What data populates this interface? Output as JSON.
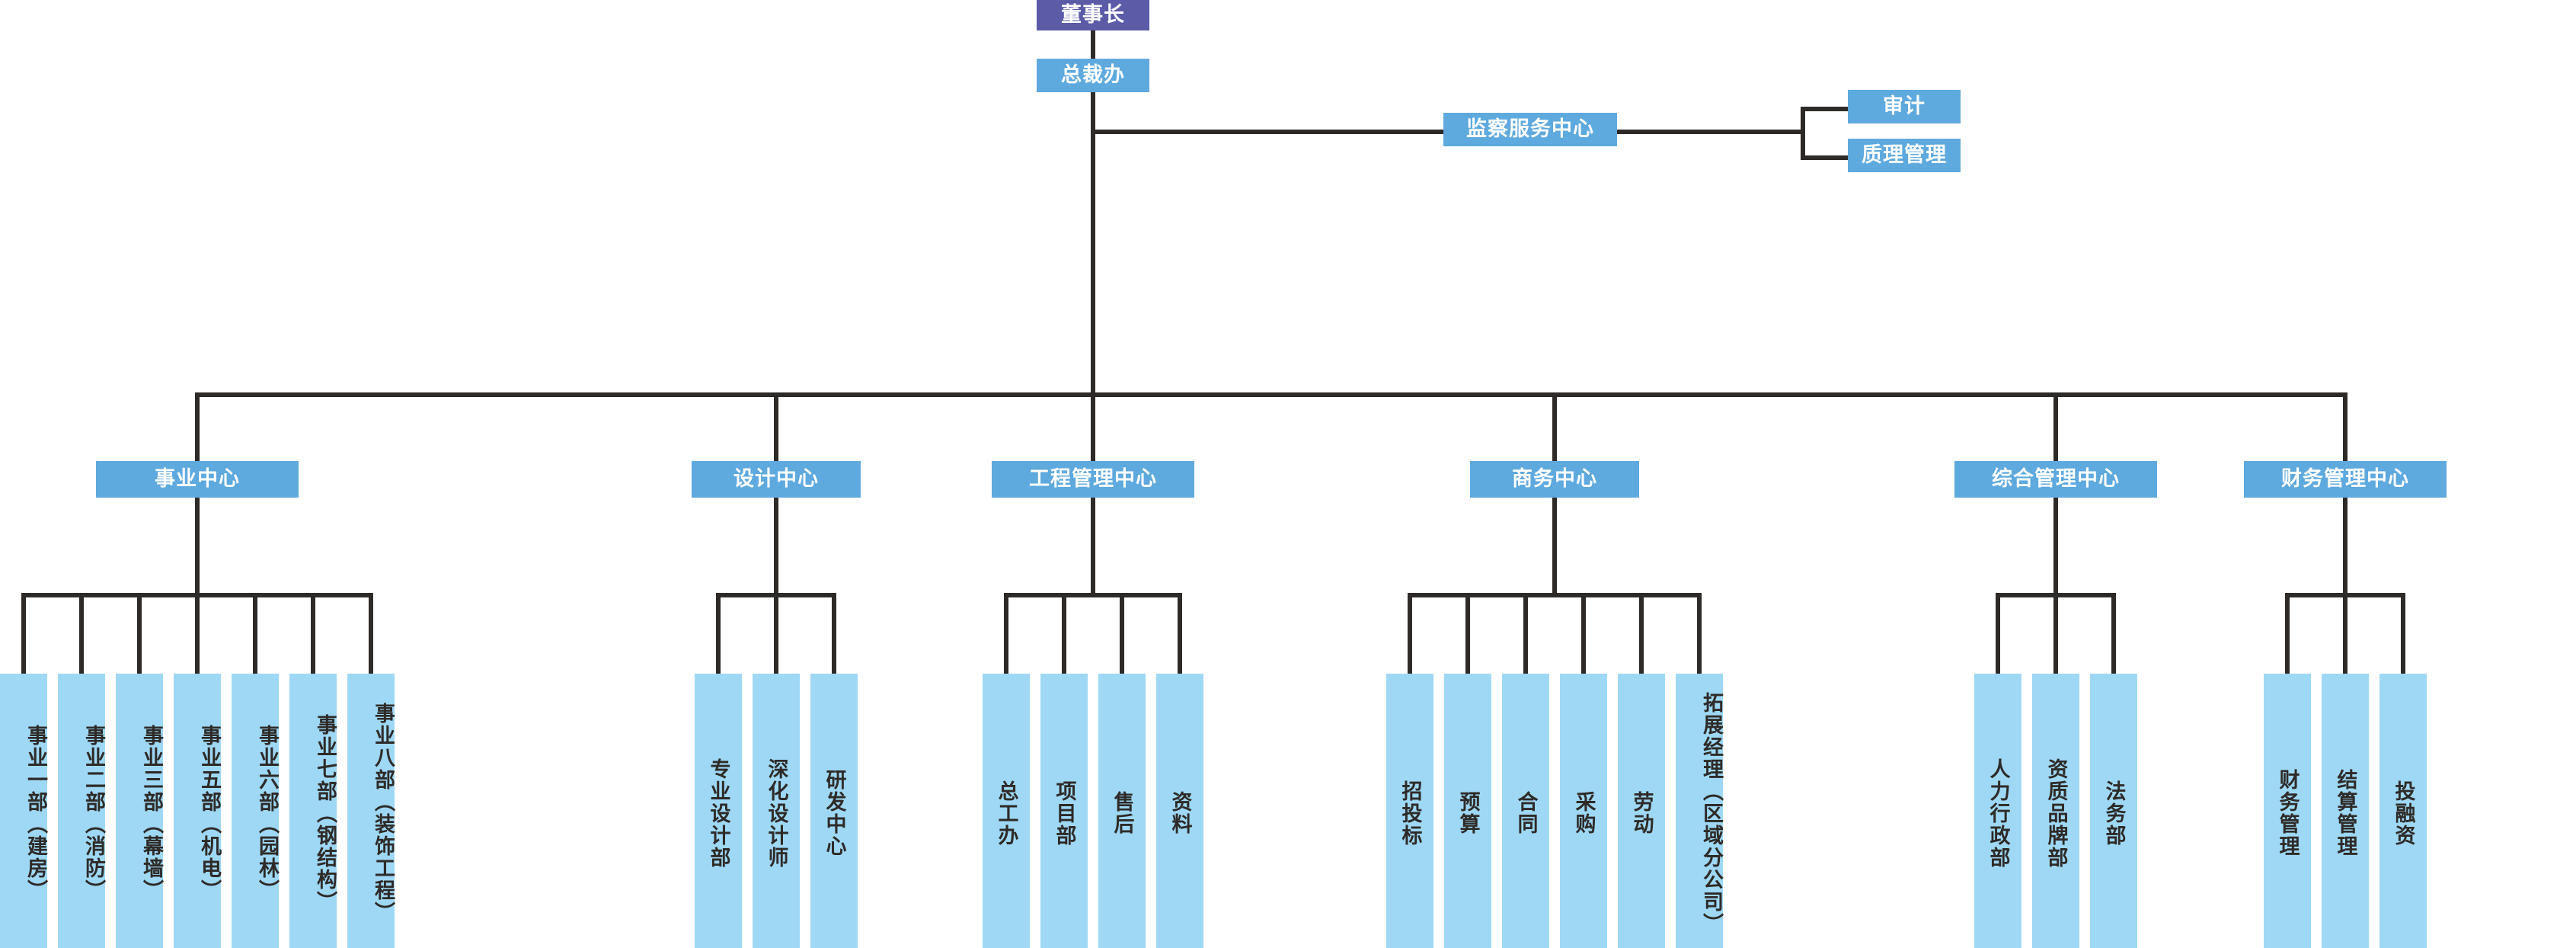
{
  "chart_title": "",
  "colors": {
    "root_fill": "#5B5BA8",
    "level_fill": "#5EA9DE",
    "leaf_fill": "#9ED8F5",
    "connector": "#2E2A27",
    "root_text": "#FFFFFF",
    "level_text": "#FFFFFF",
    "leaf_text": "#2E2A27",
    "background": "#FFFFFF"
  },
  "org": {
    "root": {
      "label": "董事长"
    },
    "president_office": {
      "label": "总裁办"
    },
    "supervision": {
      "label": "监察服务中心"
    },
    "supervision_children": [
      {
        "label": "审计"
      },
      {
        "label": "质理管理"
      }
    ],
    "centers": [
      {
        "label": "事业中心"
      },
      {
        "label": "设计中心"
      },
      {
        "label": "工程管理中心"
      },
      {
        "label": "商务中心"
      },
      {
        "label": "综合管理中心"
      },
      {
        "label": "财务管理中心"
      }
    ],
    "departments": [
      {
        "label": "事业一部（建房）"
      },
      {
        "label": "事业二部（消防）"
      },
      {
        "label": "事业三部（幕墙）"
      },
      {
        "label": "事业五部（机电）"
      },
      {
        "label": "事业六部（园林）"
      },
      {
        "label": "事业七部（钢结构）"
      },
      {
        "label": "事业八部（装饰工程）"
      },
      {
        "label": "专业设计部"
      },
      {
        "label": "深化设计师"
      },
      {
        "label": "研发中心"
      },
      {
        "label": "总工办"
      },
      {
        "label": "项目部"
      },
      {
        "label": "售后"
      },
      {
        "label": "资料"
      },
      {
        "label": "招投标"
      },
      {
        "label": "预算"
      },
      {
        "label": "合同"
      },
      {
        "label": "采购"
      },
      {
        "label": "劳动"
      },
      {
        "label": "拓展经理（区域分公司）"
      },
      {
        "label": "人力行政部"
      },
      {
        "label": "资质品牌部"
      },
      {
        "label": "法务部"
      },
      {
        "label": "财务管理"
      },
      {
        "label": "结算管理"
      },
      {
        "label": "投融资"
      }
    ]
  }
}
